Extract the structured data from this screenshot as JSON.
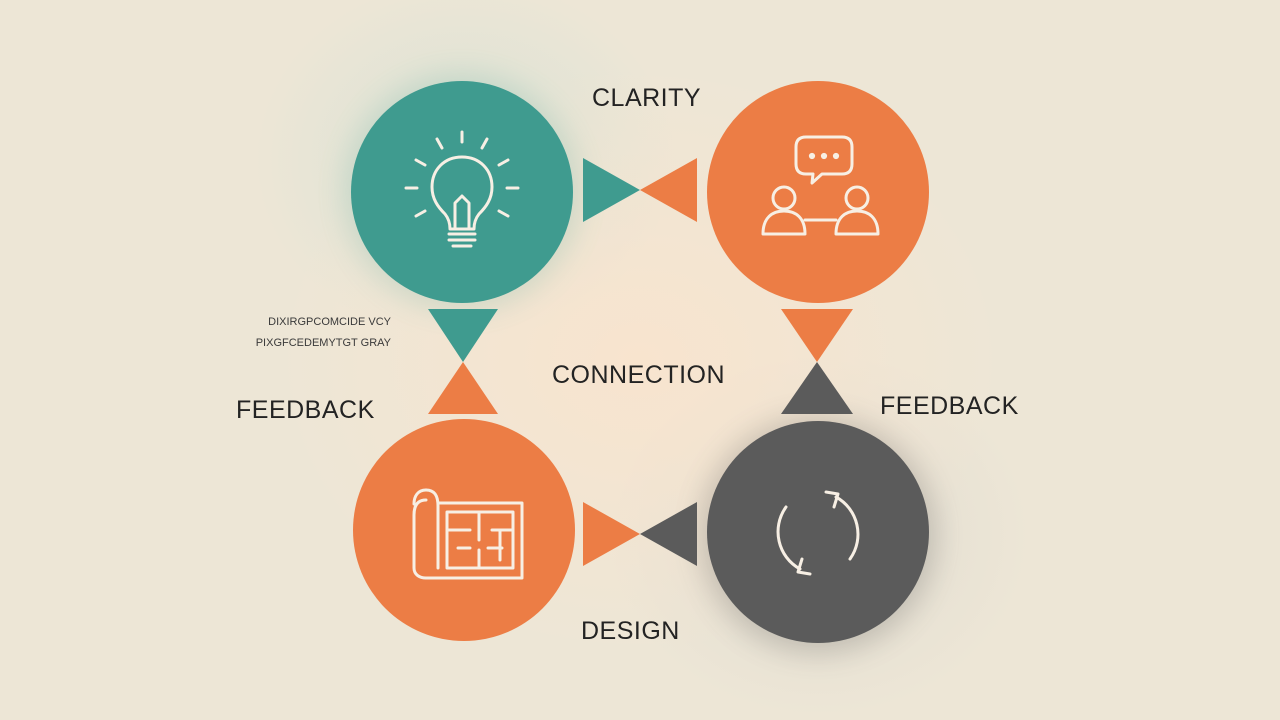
{
  "labels": {
    "top": "CLARITY",
    "center": "CONNECTION",
    "left": "FEEDBACK",
    "right": "FEEDBACK",
    "bottom": "DESIGN"
  },
  "side_note": {
    "line1": "DIXIRGPCOMCIDE VCY",
    "line2": "PIXGFCEDEMYTGT GRAY"
  },
  "nodes": [
    {
      "name": "idea",
      "icon": "lightbulb-icon",
      "color": "#3f9b8f"
    },
    {
      "name": "collaboration",
      "icon": "chat-people-icon",
      "color": "#ec7d45"
    },
    {
      "name": "blueprint",
      "icon": "blueprint-icon",
      "color": "#ec7d45"
    },
    {
      "name": "iteration",
      "icon": "refresh-cycle-icon",
      "color": "#5b5b5b"
    }
  ],
  "colors": {
    "teal": "#3f9b8f",
    "orange": "#ec7d45",
    "gray": "#5b5b5b",
    "icon_stroke": "#f7efe4",
    "background": "#ede6d6"
  }
}
